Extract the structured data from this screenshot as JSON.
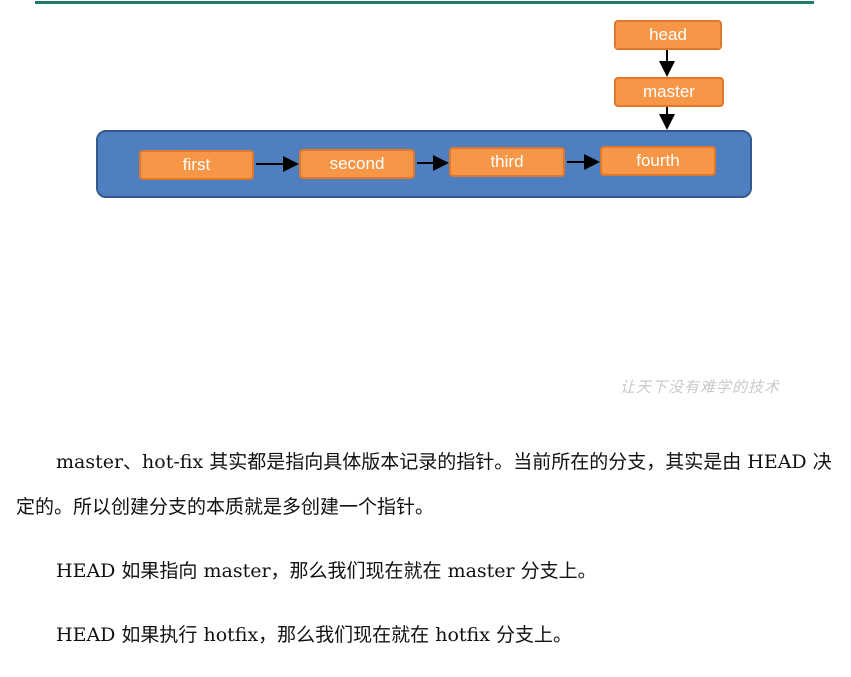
{
  "diagram": {
    "pointers": {
      "head": "head",
      "master": "master"
    },
    "commits": [
      "first",
      "second",
      "third",
      "fourth"
    ]
  },
  "watermark": "让天下没有难学的技术",
  "paragraphs": [
    "master、hot-fix 其实都是指向具体版本记录的指针。当前所在的分支，其实是由 HEAD 决定的。所以创建分支的本质就是多创建一个指针。",
    "HEAD 如果指向 master，那么我们现在就在 master 分支上。",
    "HEAD 如果执行 hotfix，那么我们现在就在 hotfix 分支上。"
  ]
}
